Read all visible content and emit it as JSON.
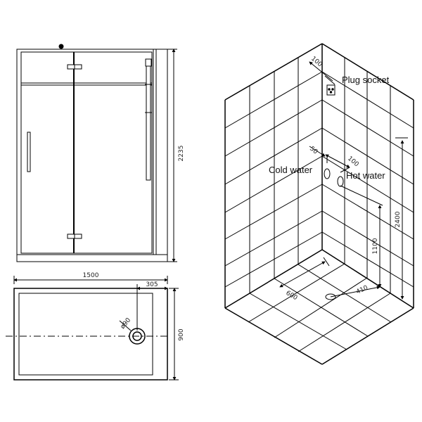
{
  "front_elevation": {
    "height_label": "2235",
    "width_label": "1500"
  },
  "plan_view": {
    "drain_offset_label": "305",
    "drain_diameter_label": "ø90",
    "depth_label": "900"
  },
  "room": {
    "plug_socket_label": "Plug socket",
    "plug_offset_label": "100",
    "cold_water_label": "Cold water",
    "hot_water_label": "Hot water",
    "water_offset_label": "50",
    "water_spacing_label": "100",
    "ceiling_height_label": "2400",
    "water_height_label": "1100",
    "drain_x_label": "600",
    "drain_y_label": "410"
  }
}
